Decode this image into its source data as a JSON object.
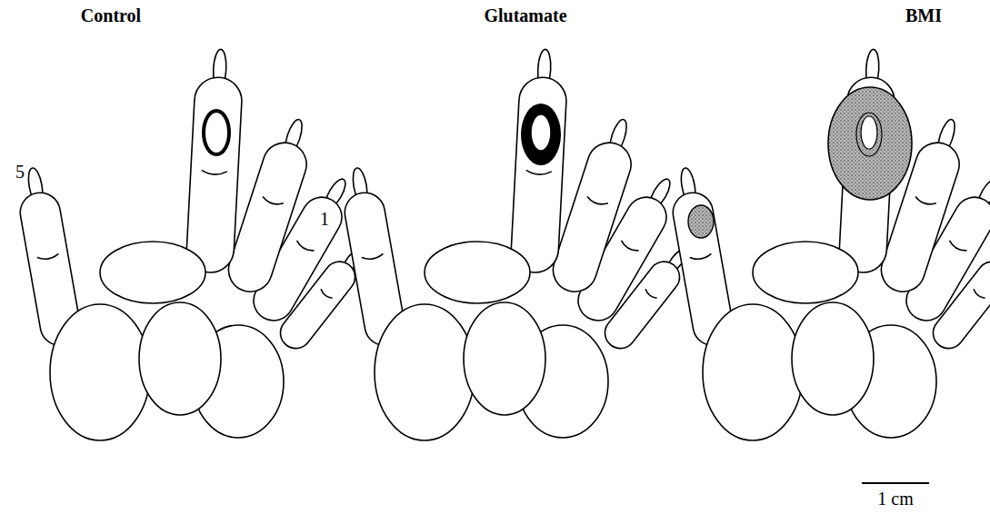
{
  "diagram": {
    "labels": [
      "Control",
      "Glutamate",
      "BMI",
      "5",
      "1",
      "1 cm"
    ]
  }
}
